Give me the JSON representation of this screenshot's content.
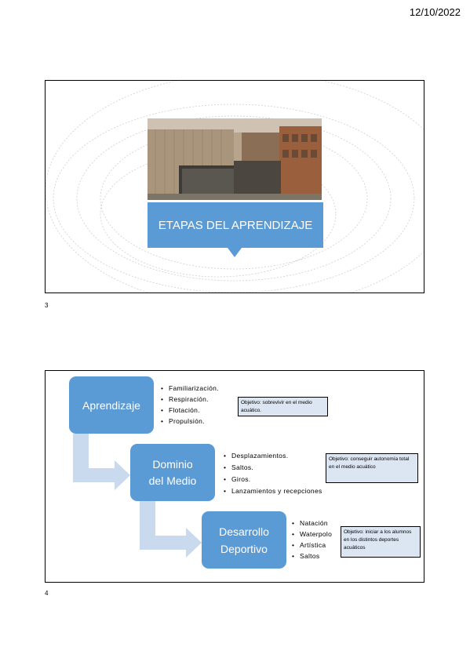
{
  "header": {
    "date": "12/10/2022"
  },
  "slides": [
    {
      "page_number": "3",
      "title": "ETAPAS DEL APRENDIZAJE"
    },
    {
      "page_number": "4",
      "stages": [
        {
          "label_line1": "Aprendizaje",
          "label_line2": "",
          "items": [
            "Familiarización.",
            "Respiración.",
            "Flotación.",
            "Propulsión."
          ],
          "objective": "Objetivo: sobrevivir en el medio acuático."
        },
        {
          "label_line1": "Dominio",
          "label_line2": "del Medio",
          "items": [
            "Desplazamientos.",
            "Saltos.",
            "Giros.",
            "Lanzamientos y recepciones"
          ],
          "objective": "Objetivo: conseguir autonomía total en el medio acuático"
        },
        {
          "label_line1": "Desarrollo",
          "label_line2": "Deportivo",
          "items": [
            "Natación",
            "Waterpolo",
            "Artística",
            "Saltos"
          ],
          "objective": "Objetivo: iniciar a los alumnos en los distintos deportes acuáticos"
        }
      ]
    }
  ],
  "colors": {
    "accent": "#5b9bd5",
    "objective_bg": "#dce6f2",
    "arrow": "#c9d9ee"
  }
}
